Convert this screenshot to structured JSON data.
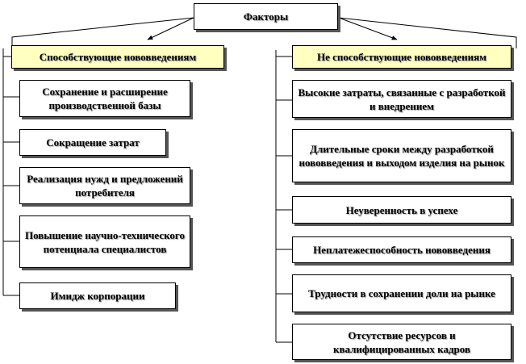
{
  "root": {
    "label": "Факторы"
  },
  "left": {
    "header": "Способствующие нововведениям",
    "items": [
      "Сохранение и расширение производственной базы",
      "Сокращение затрат",
      "Реализация нужд и предложений потребителя",
      "Повышение научно-технического потенциала специалистов",
      "Имидж корпорации"
    ]
  },
  "right": {
    "header": "Не способствующие нововведениям",
    "items": [
      "Высокие затраты, связанные с разработкой и внедрением",
      "Длительные сроки между разработкой нововведения и выходом изделия на рынок",
      "Неуверенность в успехе",
      "Неплатежеспособность нововведения",
      "Трудности в сохранении доли на рынке",
      "Отсутствие ресурсов и квалифицированных кадров"
    ]
  },
  "colors": {
    "header_fill": "#ffffc0",
    "box_fill": "#ffffff",
    "line": "#000000",
    "shadow": "#555555"
  }
}
